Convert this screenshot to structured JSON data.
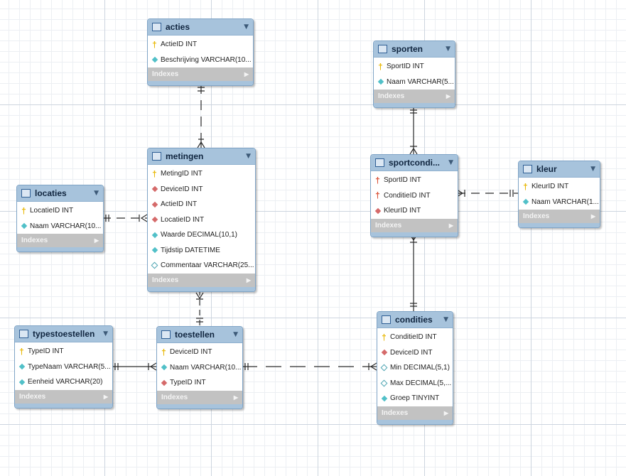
{
  "diagram": {
    "indexes_label": "Indexes",
    "tables": [
      {
        "id": "acties",
        "name": "acties",
        "columns": [
          {
            "icon": "key",
            "text": "ActieID INT"
          },
          {
            "icon": "cyan-diamond",
            "text": "Beschrijving VARCHAR(10..."
          }
        ]
      },
      {
        "id": "sporten",
        "name": "sporten",
        "columns": [
          {
            "icon": "key",
            "text": "SportID INT"
          },
          {
            "icon": "cyan-diamond",
            "text": "Naam VARCHAR(5..."
          }
        ]
      },
      {
        "id": "metingen",
        "name": "metingen",
        "columns": [
          {
            "icon": "key",
            "text": "MetingID INT"
          },
          {
            "icon": "red-diamond",
            "text": "DeviceID INT"
          },
          {
            "icon": "red-diamond",
            "text": "ActieID INT"
          },
          {
            "icon": "red-diamond",
            "text": "LocatieID INT"
          },
          {
            "icon": "cyan-diamond",
            "text": "Waarde DECIMAL(10,1)"
          },
          {
            "icon": "cyan-diamond",
            "text": "Tijdstip DATETIME"
          },
          {
            "icon": "hollow-diamond",
            "text": "Commentaar VARCHAR(25..."
          }
        ]
      },
      {
        "id": "locaties",
        "name": "locaties",
        "columns": [
          {
            "icon": "key",
            "text": "LocatieID INT"
          },
          {
            "icon": "cyan-diamond",
            "text": "Naam VARCHAR(10..."
          }
        ]
      },
      {
        "id": "sportcondities",
        "name": "sportcondi...",
        "columns": [
          {
            "icon": "fkey",
            "text": "SportID INT"
          },
          {
            "icon": "fkey",
            "text": "ConditieID INT"
          },
          {
            "icon": "red-diamond",
            "text": "KleurID INT"
          }
        ]
      },
      {
        "id": "kleur",
        "name": "kleur",
        "columns": [
          {
            "icon": "key",
            "text": "KleurID INT"
          },
          {
            "icon": "cyan-diamond",
            "text": "Naam VARCHAR(1..."
          }
        ]
      },
      {
        "id": "typestoestellen",
        "name": "typestoestellen",
        "columns": [
          {
            "icon": "key",
            "text": "TypeID INT"
          },
          {
            "icon": "cyan-diamond",
            "text": "TypeNaam VARCHAR(5..."
          },
          {
            "icon": "cyan-diamond",
            "text": "Eenheid VARCHAR(20)"
          }
        ]
      },
      {
        "id": "toestellen",
        "name": "toestellen",
        "columns": [
          {
            "icon": "key",
            "text": "DeviceID INT"
          },
          {
            "icon": "cyan-diamond",
            "text": "Naam VARCHAR(10..."
          },
          {
            "icon": "red-diamond",
            "text": "TypeID INT"
          }
        ]
      },
      {
        "id": "condities",
        "name": "condities",
        "columns": [
          {
            "icon": "key",
            "text": "ConditieID INT"
          },
          {
            "icon": "red-diamond",
            "text": "DeviceID INT"
          },
          {
            "icon": "hollow-diamond",
            "text": "Min DECIMAL(5,1)"
          },
          {
            "icon": "hollow-diamond",
            "text": "Max DECIMAL(5,..."
          },
          {
            "icon": "cyan-diamond",
            "text": "Groep TINYINT"
          }
        ]
      }
    ],
    "relationships": [
      {
        "from": "acties",
        "to": "metingen",
        "style": "dashed"
      },
      {
        "from": "locaties",
        "to": "metingen",
        "style": "dashed"
      },
      {
        "from": "toestellen",
        "to": "metingen",
        "style": "dashed"
      },
      {
        "from": "typestoestellen",
        "to": "toestellen",
        "style": "solid"
      },
      {
        "from": "toestellen",
        "to": "condities",
        "style": "dashed"
      },
      {
        "from": "sporten",
        "to": "sportcondities",
        "style": "solid"
      },
      {
        "from": "kleur",
        "to": "sportcondities",
        "style": "dashed"
      },
      {
        "from": "condities",
        "to": "sportcondities",
        "style": "solid"
      }
    ]
  }
}
